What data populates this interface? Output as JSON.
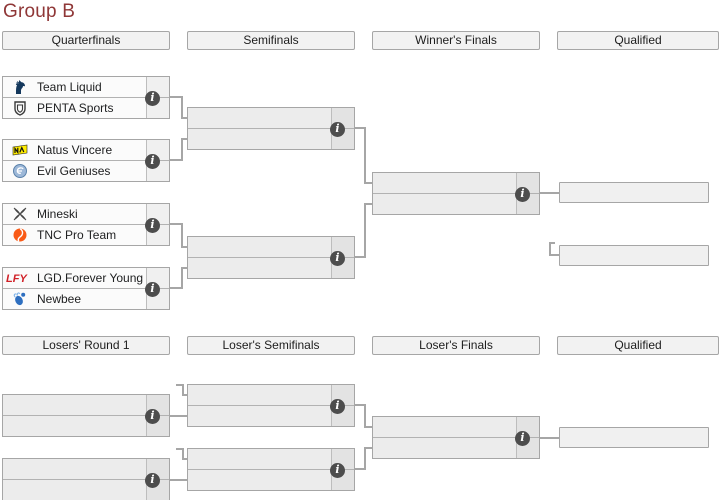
{
  "title": "Group B",
  "upper_bracket": {
    "headers": [
      "Quarterfinals",
      "Semifinals",
      "Winner's Finals",
      "Qualified"
    ],
    "quarterfinals": [
      {
        "top": {
          "name": "Team Liquid",
          "score": ""
        },
        "bottom": {
          "name": "PENTA Sports",
          "score": ""
        }
      },
      {
        "top": {
          "name": "Natus Vincere",
          "score": ""
        },
        "bottom": {
          "name": "Evil Geniuses",
          "score": ""
        }
      },
      {
        "top": {
          "name": "Mineski",
          "score": ""
        },
        "bottom": {
          "name": "TNC Pro Team",
          "score": ""
        }
      },
      {
        "top": {
          "name": "LGD.Forever Young",
          "score": ""
        },
        "bottom": {
          "name": "Newbee",
          "score": ""
        }
      }
    ]
  },
  "lower_bracket": {
    "headers": [
      "Losers' Round 1",
      "Loser's Semifinals",
      "Loser's Finals",
      "Qualified"
    ]
  },
  "icons": {
    "info_glyph": "i",
    "info_name": "info-icon",
    "team_logos": [
      "team-liquid-logo",
      "penta-sports-logo",
      "natus-vincere-logo",
      "evil-geniuses-logo",
      "mineski-logo",
      "tnc-pro-team-logo",
      "lgd-forever-young-logo",
      "newbee-logo"
    ]
  },
  "colors": {
    "title": "#8f3737",
    "box_border": "#a6a6a6",
    "connector_line": "#a6a6a6",
    "info_icon_bg": "#4d4d4d",
    "header_bg": "#f2f2f2",
    "filled_row_bg": "#fbfbfb",
    "empty_row_bg": "#ececec"
  }
}
